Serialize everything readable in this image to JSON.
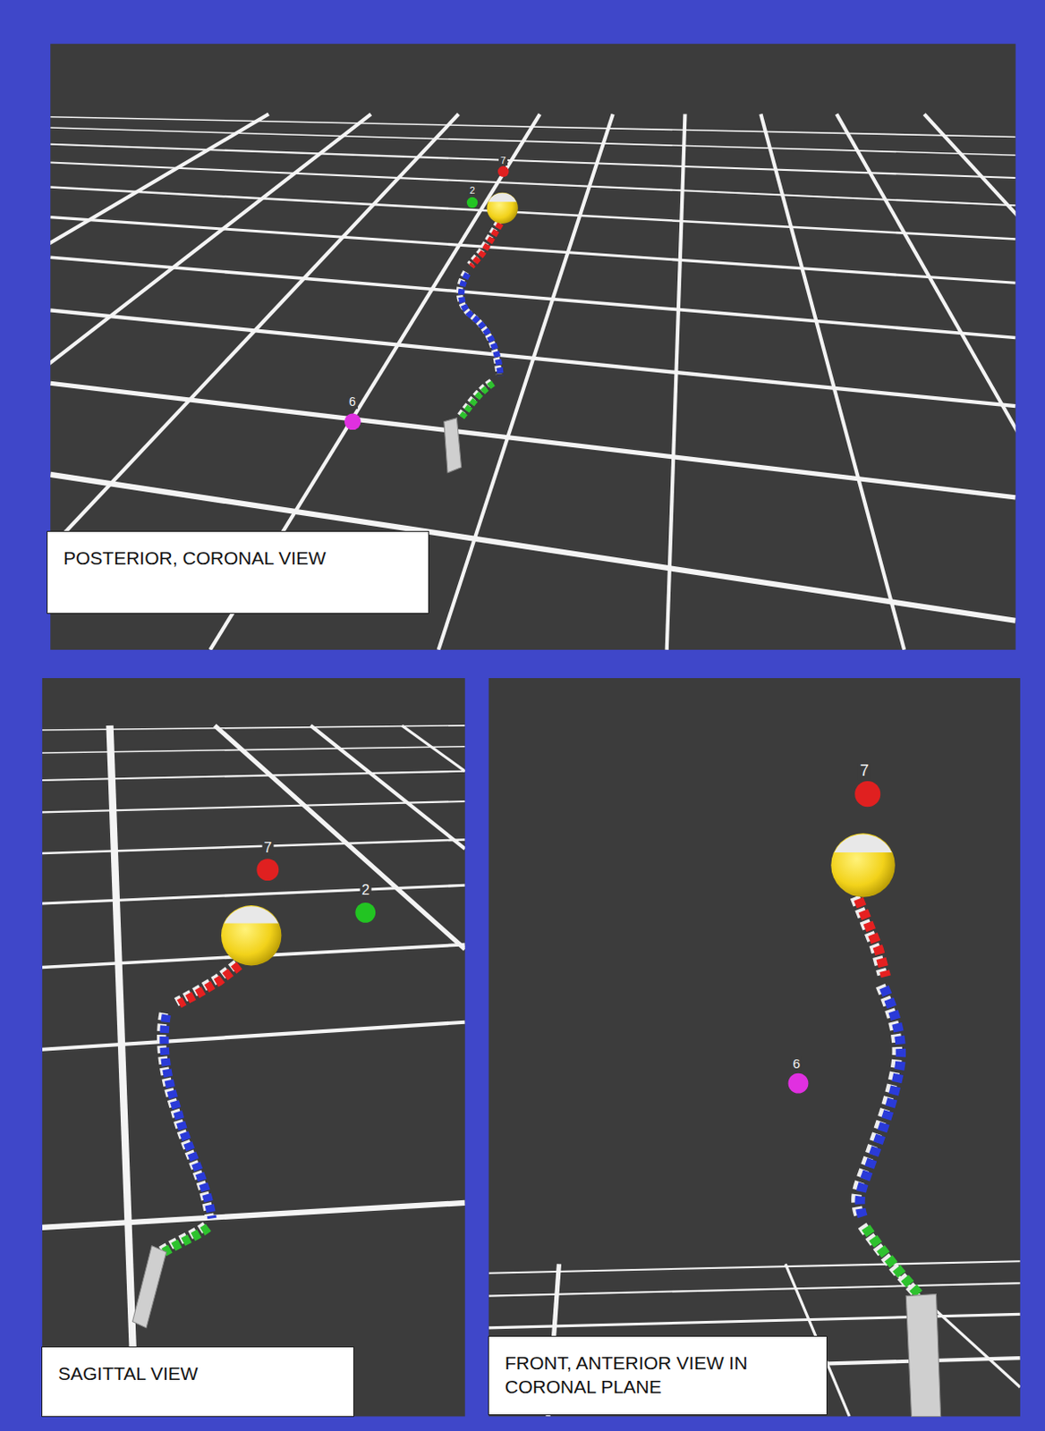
{
  "diagram": {
    "nodes": [
      {
        "text": [
          "POSTERIOR, CORONAL VIEW"
        ]
      },
      {
        "text": [
          "SAGITTAL VIEW"
        ]
      },
      {
        "text": [
          "FRONT, ANTERIOR VIEW IN CORONAL PLANE"
        ]
      }
    ],
    "labels": [
      "7",
      "2",
      "6",
      "7",
      "2",
      "7",
      "6"
    ]
  }
}
